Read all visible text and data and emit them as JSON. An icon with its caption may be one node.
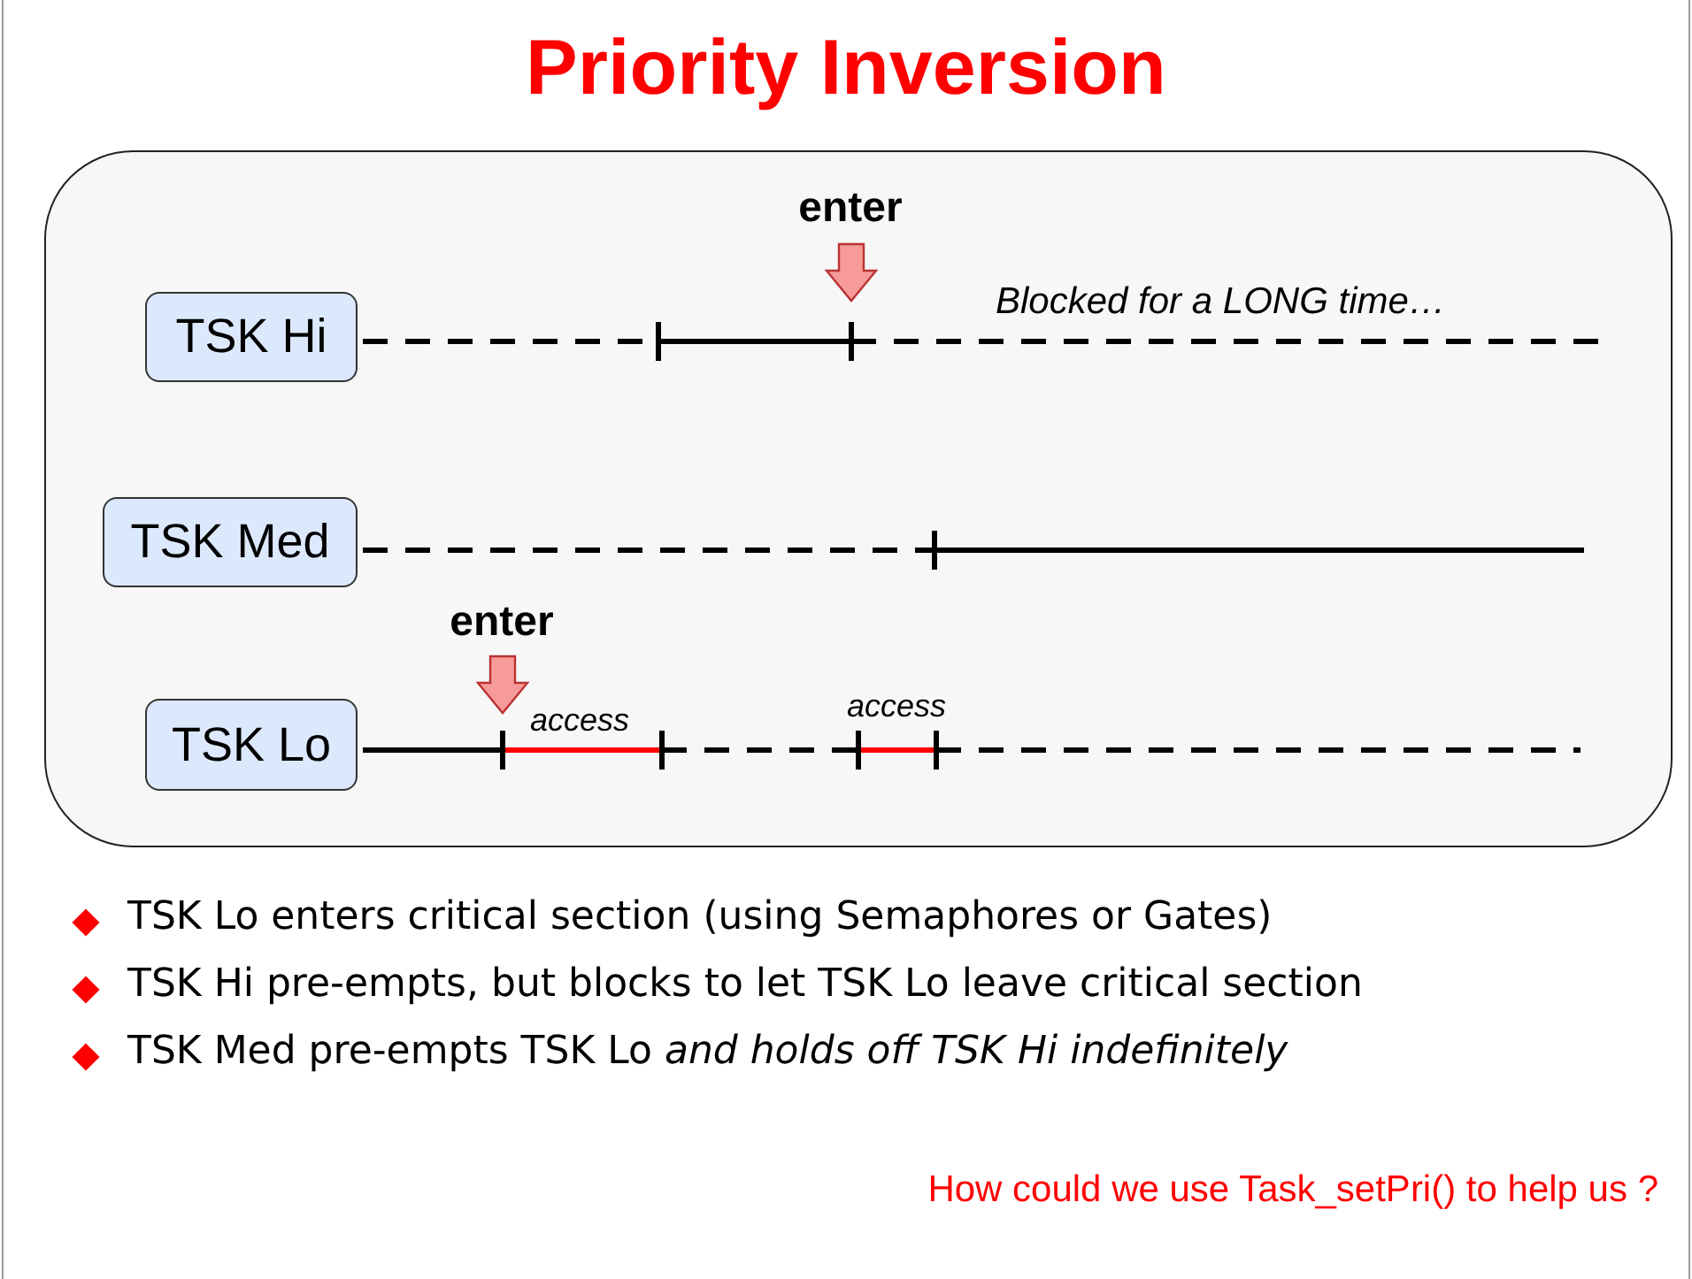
{
  "diagram": {
    "title": "Priority Inversion",
    "nodes": [
      {
        "text": [],
        "shape": "box"
      },
      {
        "text": [
          "TSK Hi"
        ],
        "in": 0
      },
      {
        "text": [
          "TSK Med"
        ],
        "in": 0
      },
      {
        "text": [
          "TSK Lo"
        ],
        "in": 0
      }
    ],
    "labels": [
      "enter",
      "Blocked for a LONG time…",
      "enter",
      "access",
      "access",
      "TSK Lo enters critical section (using Semaphores or Gates)",
      "TSK Hi pre-empts, but blocks to let TSK Lo leave critical section",
      "TSK Med pre-empts TSK Lo *and holds off TSK Hi indefinitely*",
      "How could we use Task_setPri() to help us ?"
    ]
  }
}
